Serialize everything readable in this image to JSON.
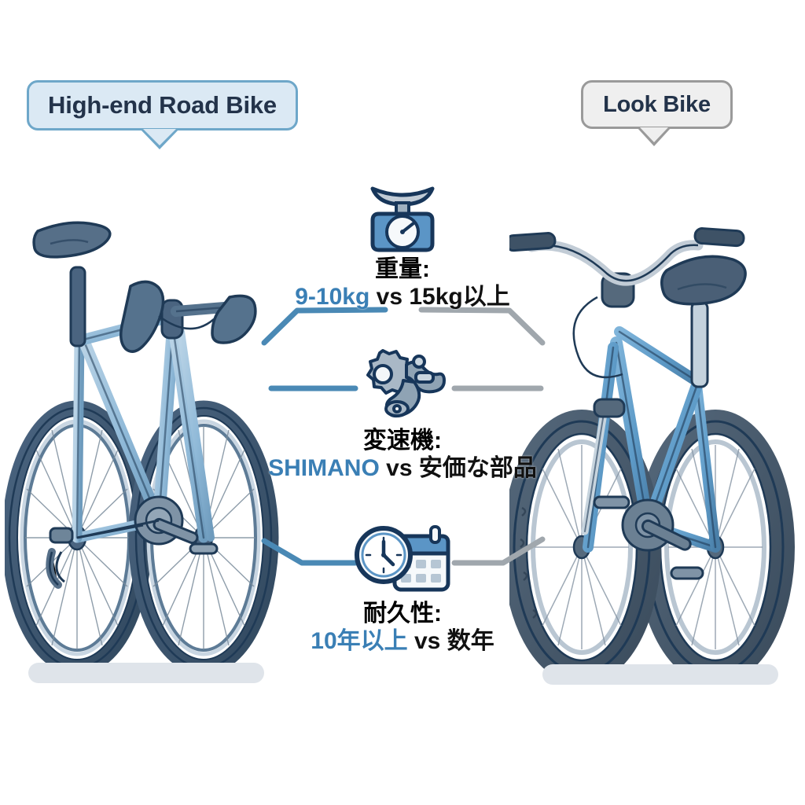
{
  "page": {
    "background": "#ffffff",
    "accent_blue": "#3a7fb5",
    "dark_navy": "#23334a",
    "gray": "#9a9a9a"
  },
  "labels": {
    "left": {
      "text": "High-end Road Bike",
      "fill": "#dbe9f4",
      "border": "#6ea7c9"
    },
    "right": {
      "text": "Look Bike",
      "fill": "#efefef",
      "border": "#9a9a9a"
    }
  },
  "comparisons": [
    {
      "icon": "weight-scale-icon",
      "title": "重量:",
      "good": "9-10kg",
      "vs": "vs",
      "bad": "15kg以上"
    },
    {
      "icon": "derailleur-gear-icon",
      "title": "変速機:",
      "good": "SHIMANO",
      "vs": "vs",
      "bad": "安価な部品"
    },
    {
      "icon": "clock-calendar-icon",
      "title": "耐久性:",
      "good": "10年以上",
      "vs": "vs",
      "bad": "数年"
    }
  ],
  "bikes": {
    "left": {
      "name": "road-bike-illustration",
      "frame_color": "#8fb9d8",
      "outline_color": "#1f3a56",
      "tire_color": "#3c5770"
    },
    "right": {
      "name": "mountain-bike-illustration",
      "frame_color": "#5e9bc8",
      "outline_color": "#1f3a56",
      "tire_color": "#46596b"
    }
  }
}
